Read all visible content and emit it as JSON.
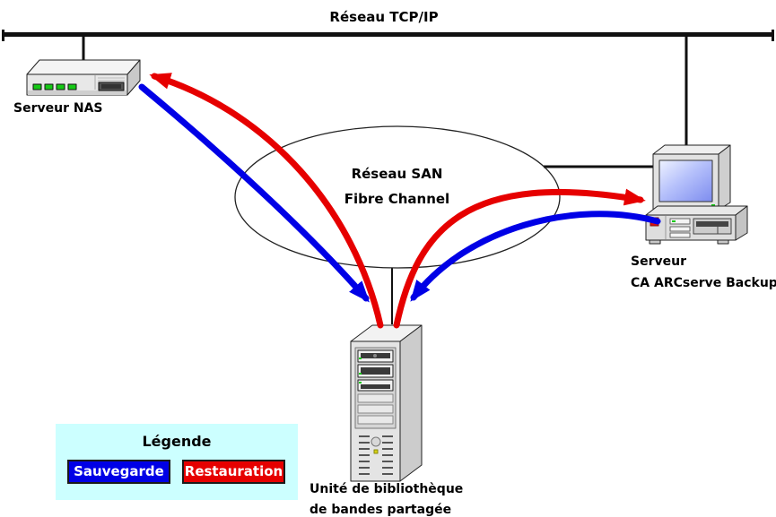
{
  "network": {
    "label": "Réseau TCP/IP"
  },
  "san": {
    "line1": "Réseau SAN",
    "line2": "Fibre Channel"
  },
  "nodes": {
    "nas": {
      "label": "Serveur NAS"
    },
    "backup_server": {
      "label_line1": "Serveur",
      "label_line2": "CA ARCserve Backup"
    },
    "tape_library": {
      "label_line1": "Unité de bibliothèque",
      "label_line2": "de bandes partagée"
    }
  },
  "legend": {
    "title": "Légende",
    "backup_label": "Sauvegarde",
    "restore_label": "Restauration"
  },
  "flows": [
    {
      "name": "backup-nas-to-library",
      "type": "backup",
      "from": "Serveur NAS",
      "to": "Unité de bibliothèque de bandes partagée"
    },
    {
      "name": "restore-library-to-nas",
      "type": "restore",
      "from": "Unité de bibliothèque de bandes partagée",
      "to": "Serveur NAS"
    },
    {
      "name": "backup-server-to-library",
      "type": "backup",
      "from": "Serveur CA ARCserve Backup",
      "to": "Unité de bibliothèque de bandes partagée"
    },
    {
      "name": "restore-library-to-server",
      "type": "restore",
      "from": "Unité de bibliothèque de bandes partagée",
      "to": "Serveur CA ARCserve Backup"
    }
  ],
  "colors": {
    "backup": "#0000e6",
    "restore": "#e60000",
    "legend_bg": "#ccffff",
    "line": "#000000"
  }
}
